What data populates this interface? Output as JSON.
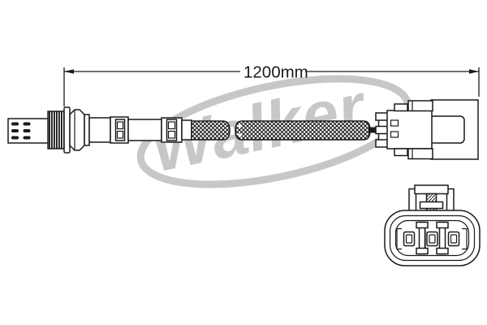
{
  "dimension": {
    "label": "1200mm",
    "value_mm": 1200
  },
  "watermark": {
    "text": "Walker",
    "color": "#c7c7c7"
  },
  "drawing": {
    "background": "#ffffff",
    "line_color": "#1a1a1a",
    "views": {
      "side_view": "oxygen sensor with cable and plug connector, side elevation",
      "front_view": "3-pin oval plug connector, mating face"
    },
    "parts": [
      {
        "name": "sensor-tip",
        "detail": "shield with 6 vent slots"
      },
      {
        "name": "thread-section",
        "detail": "mounting thread"
      },
      {
        "name": "flange-washer",
        "detail": "sealing washer"
      },
      {
        "name": "hex-nut",
        "detail": "wrench hex body"
      },
      {
        "name": "sensor-body",
        "detail": "cylindrical body with two crimp clamps"
      },
      {
        "name": "cable-braid",
        "detail": "braided sleeve, drawn with length break"
      },
      {
        "name": "connector-boot",
        "detail": "rubber grommet at connector entry"
      },
      {
        "name": "connector-housing",
        "detail": "latched plug housing, side view"
      },
      {
        "name": "connector-face",
        "detail": "oval 3-terminal connector face with top latch"
      }
    ]
  }
}
